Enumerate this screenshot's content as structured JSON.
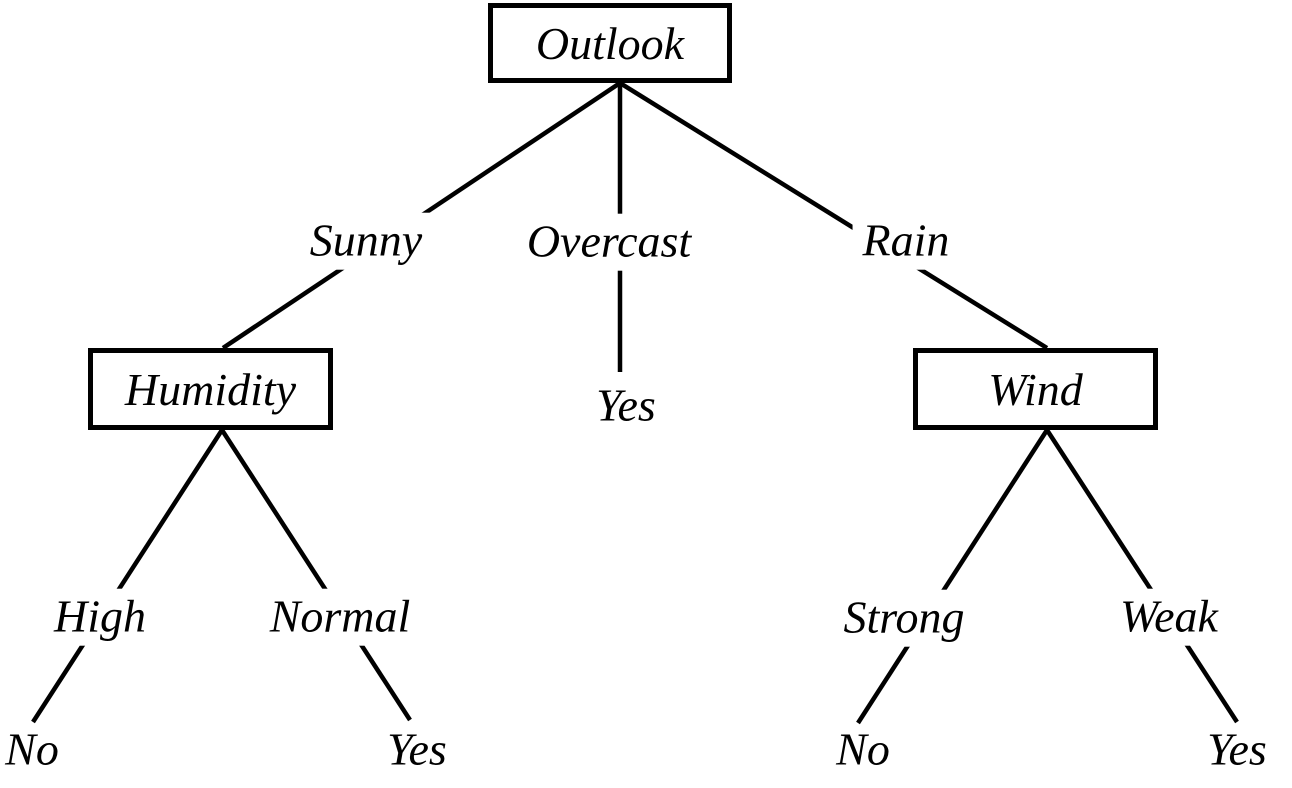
{
  "diagram_type": "decision-tree",
  "colors": {
    "line": "#000000",
    "text": "#000000",
    "background": "#ffffff"
  },
  "tree": {
    "node": "Outlook",
    "branches": [
      {
        "label": "Sunny",
        "child": {
          "node": "Humidity",
          "branches": [
            {
              "label": "High",
              "child": {
                "leaf": "No"
              }
            },
            {
              "label": "Normal",
              "child": {
                "leaf": "Yes"
              }
            }
          ]
        }
      },
      {
        "label": "Overcast",
        "child": {
          "leaf": "Yes"
        }
      },
      {
        "label": "Rain",
        "child": {
          "node": "Wind",
          "branches": [
            {
              "label": "Strong",
              "child": {
                "leaf": "No"
              }
            },
            {
              "label": "Weak",
              "child": {
                "leaf": "Yes"
              }
            }
          ]
        }
      }
    ]
  }
}
